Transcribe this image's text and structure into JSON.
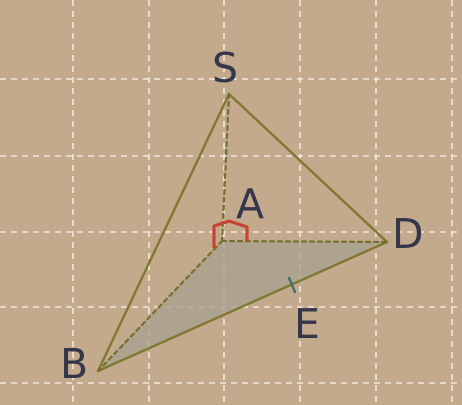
{
  "diagram": {
    "labels": {
      "S": "S",
      "A": "A",
      "B": "B",
      "D": "D",
      "E": "E"
    },
    "colors": {
      "paper": "#c4aa8d",
      "grid": "#f3ece2",
      "edge": "#7f7833",
      "hidden_edge": "#74702f",
      "base_fill": "#a8a28f",
      "right_angle": "#c74335",
      "tick": "#406f66",
      "label": "#34364a"
    },
    "marks": {
      "right_angle_at": "A",
      "tick_on": "BD"
    }
  }
}
